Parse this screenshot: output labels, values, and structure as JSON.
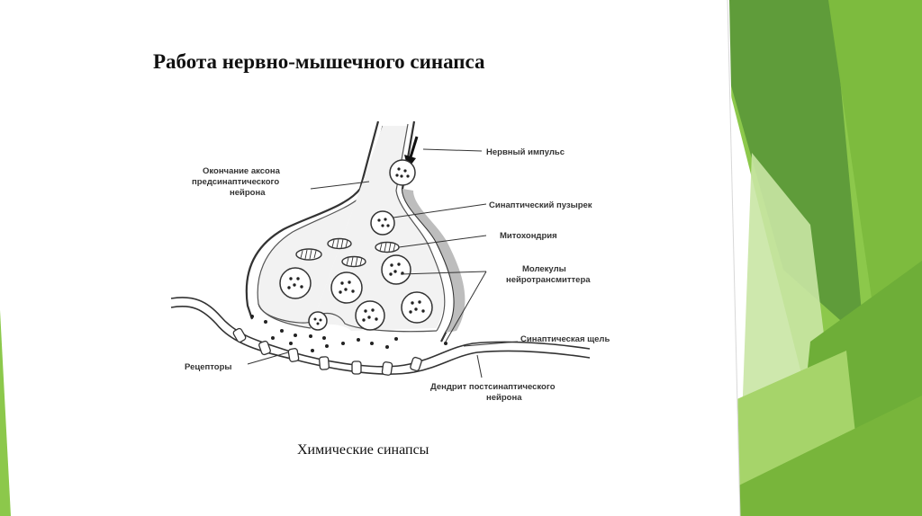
{
  "slide": {
    "title": "Работа нервно-мышечного синапса",
    "caption": "Химические синапсы"
  },
  "diagram": {
    "labels": {
      "nerve_impulse": "Нервный импульс",
      "axon_end_1": "Окончание аксона",
      "axon_end_2": "предсинаптического",
      "axon_end_3": "нейрона",
      "synaptic_vesicle": "Синаптический пузырек",
      "mitochondria": "Митохондрия",
      "molecules_1": "Молекулы",
      "molecules_2": "нейротрансмиттера",
      "synaptic_cleft": "Синаптическая щель",
      "receptors": "Рецепторы",
      "dendrite_1": "Дендрит постсинаптического",
      "dendrite_2": "нейрона"
    }
  },
  "colors": {
    "green_dark": "#5e9a3c",
    "green_mid": "#7fbd3f",
    "green_light": "#b9dc8a",
    "green_pale": "#dcefc5"
  }
}
